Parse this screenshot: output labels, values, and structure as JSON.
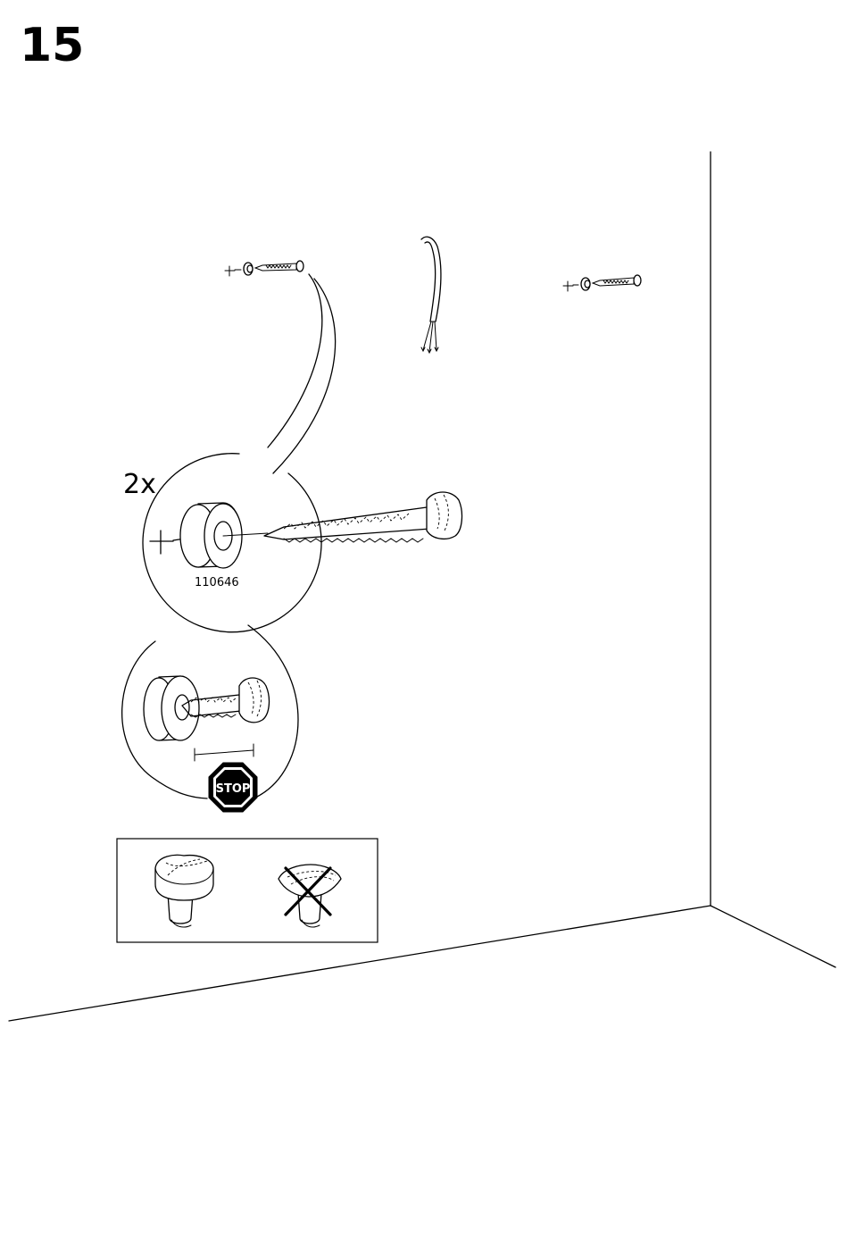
{
  "step_number": "15",
  "detail": {
    "quantity": "2x",
    "part_number": "110646"
  },
  "stop_sign": {
    "label": "STOP",
    "fill_color": "#000000",
    "text_color": "#ffffff"
  },
  "icons": {
    "wall_anchor": "wall-anchor-icon",
    "screw": "screw-icon",
    "cable": "cable-icon",
    "stop": "stop-sign-icon",
    "correct": "screw-head-correct-icon",
    "incorrect": "screw-head-incorrect-icon"
  }
}
